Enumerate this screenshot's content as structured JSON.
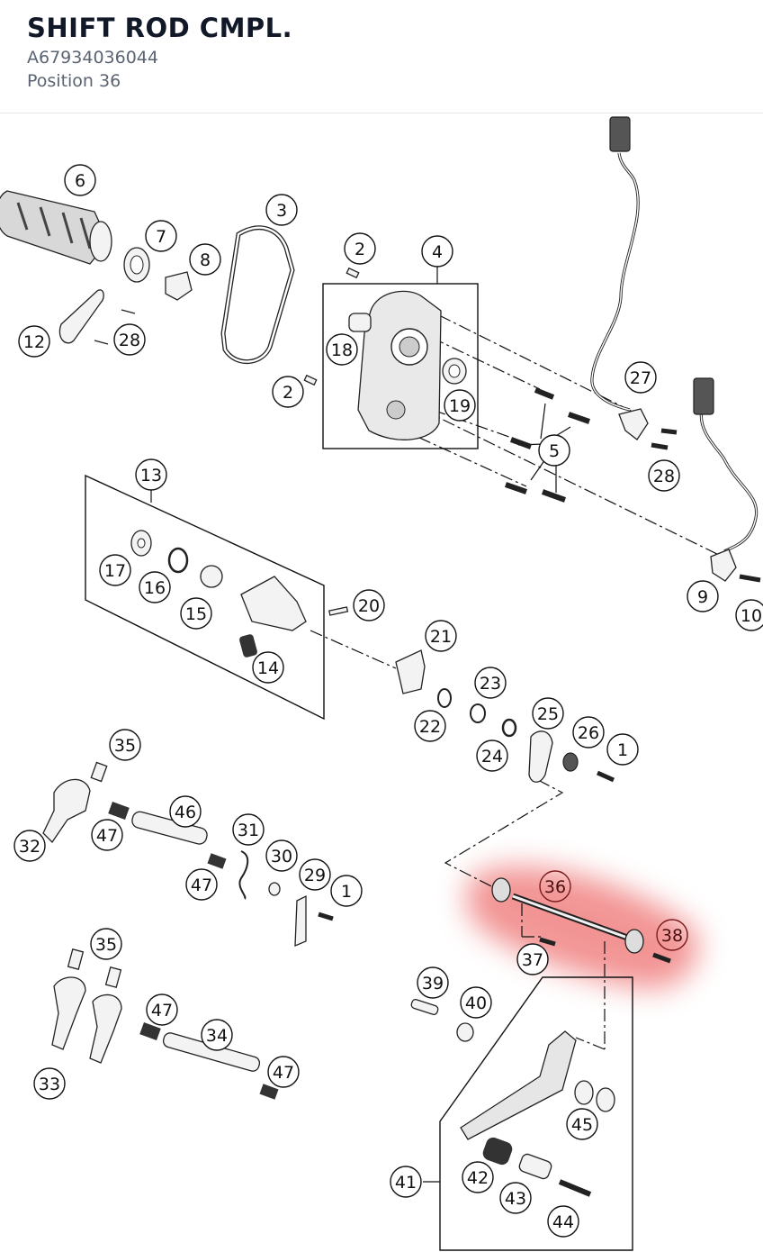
{
  "header": {
    "title": "SHIFT ROD CMPL.",
    "part_number": "A67934036044",
    "position": "Position 36"
  },
  "diagram": {
    "highlight_color": "#e83c3c",
    "highlighted_labels": [
      "36",
      "38"
    ],
    "callouts": {
      "c6": "6",
      "c7": "7",
      "c8": "8",
      "c3": "3",
      "c12": "12",
      "c28a": "28",
      "c2a": "2",
      "c4": "4",
      "c18": "18",
      "c2b": "2",
      "c19": "19",
      "c27": "27",
      "c5": "5",
      "c28b": "28",
      "c13": "13",
      "c17": "17",
      "c16": "16",
      "c15": "15",
      "c20": "20",
      "c14": "14",
      "c9": "9",
      "c10": "10",
      "c21": "21",
      "c23": "23",
      "c22": "22",
      "c24": "24",
      "c25": "25",
      "c26": "26",
      "c1a": "1",
      "c35a": "35",
      "c46": "46",
      "c32": "32",
      "c47a": "47",
      "c31": "31",
      "c30": "30",
      "c29": "29",
      "c1b": "1",
      "c47b": "47",
      "c36": "36",
      "c38": "38",
      "c37": "37",
      "c35b": "35",
      "c39": "39",
      "c40": "40",
      "c47c": "47",
      "c34": "34",
      "c47d": "47",
      "c33": "33",
      "c45": "45",
      "c41": "41",
      "c42": "42",
      "c43": "43",
      "c44": "44"
    }
  }
}
